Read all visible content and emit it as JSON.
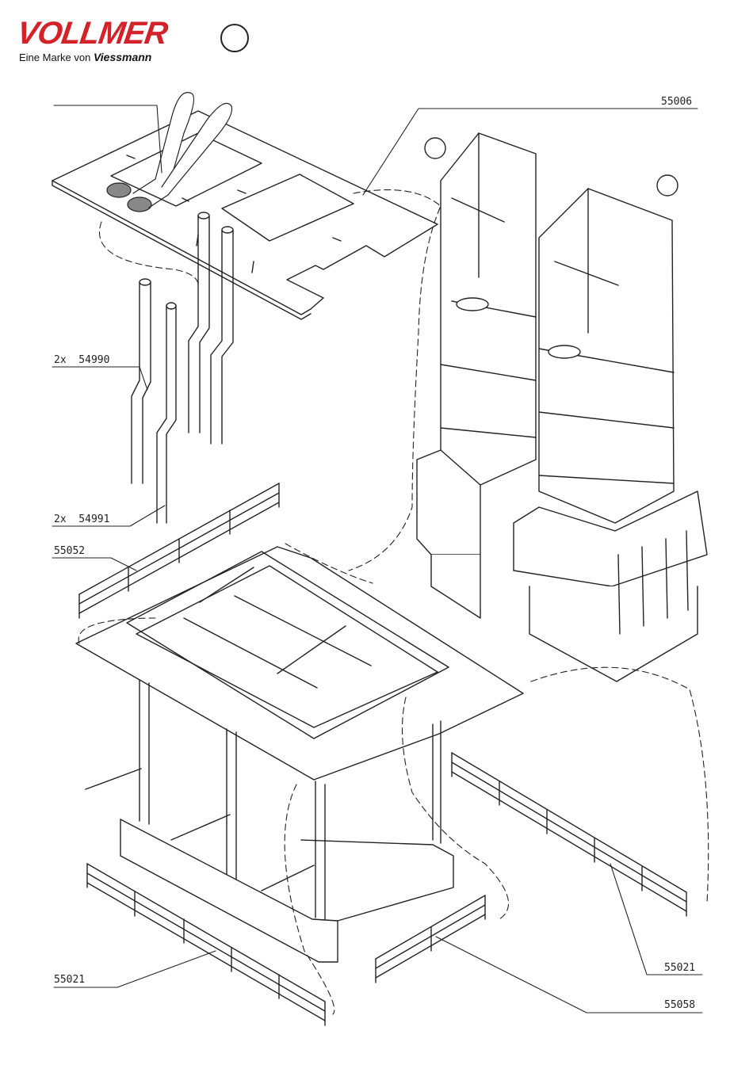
{
  "header": {
    "brand": "VOLLMER",
    "tagline_prefix": "Eine Marke von",
    "tagline_brand": "Viessmann",
    "brand_color": "#d2232a"
  },
  "labels": {
    "tower": "55006",
    "pipes_upper": "2x  54990",
    "pipes_lower": "2x  54991",
    "platform": "55052",
    "railing_left": "55021",
    "railing_right": "55021",
    "railing_small": "55058"
  },
  "icons": [
    "pliers-icon"
  ]
}
